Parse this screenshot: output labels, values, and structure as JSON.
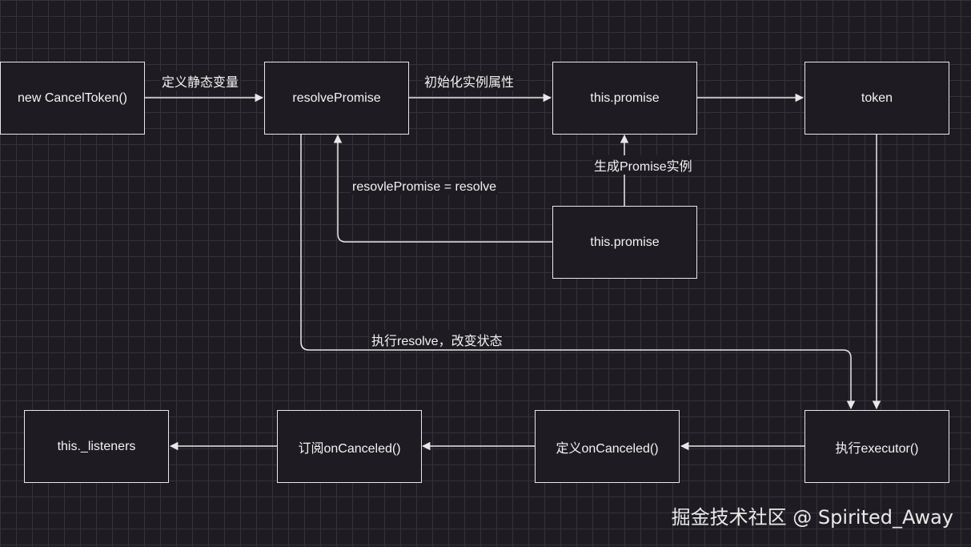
{
  "nodes": {
    "new_cancel_token": "new CancelToken()",
    "resolve_promise": "resolvePromise",
    "this_promise_top": "this.promise",
    "token": "token",
    "this_promise_mid": "this.promise",
    "executor": "执行executor()",
    "define_on_canceled": "定义onCanceled()",
    "subscribe_on_canceled": "订阅onCanceled()",
    "listeners": "this._listeners"
  },
  "edge_labels": {
    "define_static_var": "定义静态变量",
    "init_instance_prop": "初始化实例属性",
    "create_promise_instance": "生成Promise实例",
    "resolve_assign": "resovlePromise = resolve",
    "exec_resolve": "执行resolve，改变状态"
  },
  "watermark": "掘金技术社区 @ Spirited_Away",
  "colors": {
    "background": "#1e1c22",
    "grid": "#35333a",
    "stroke": "#e8e8e8",
    "text": "#f4f4f4"
  }
}
